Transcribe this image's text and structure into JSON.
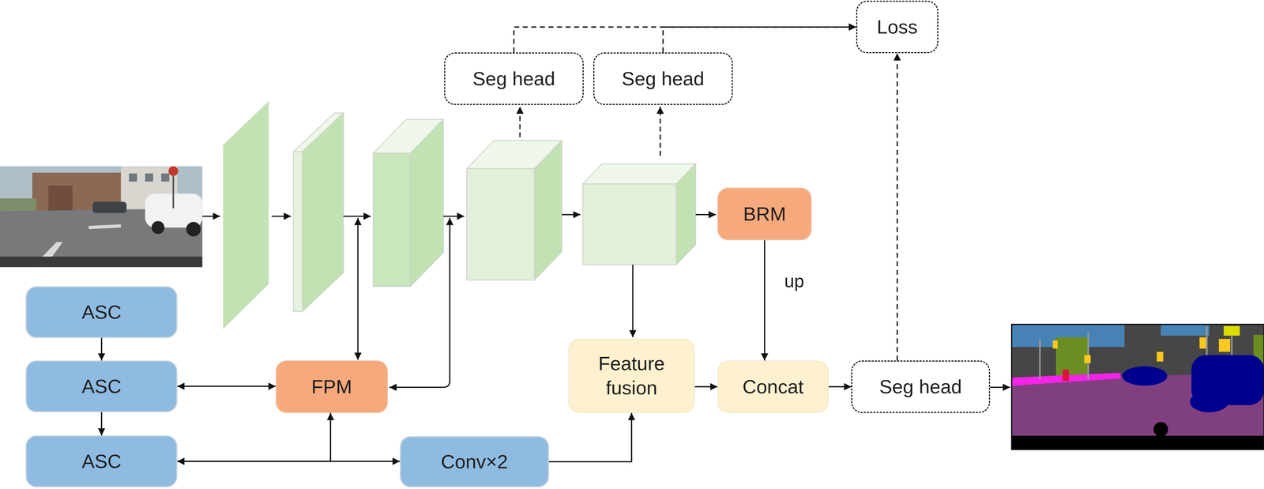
{
  "diagram": {
    "nodes": [
      {
        "text": [
          "Loss"
        ]
      },
      {
        "text": [
          "Seg head"
        ]
      },
      {
        "text": [
          "Seg head"
        ]
      },
      {
        "text": [
          "BRM"
        ]
      },
      {
        "text": [
          "ASC"
        ]
      },
      {
        "text": [
          "Feature fusion"
        ]
      },
      {
        "text": [
          "ASC"
        ]
      },
      {
        "text": [
          "FPM"
        ]
      },
      {
        "text": [
          "Concat"
        ]
      },
      {
        "text": [
          "Seg head"
        ]
      },
      {
        "text": [
          "ASC"
        ]
      },
      {
        "text": [
          "Conv×2"
        ]
      }
    ],
    "edges": [
      {
        "from": 4,
        "to": 6,
        "arrow": "to"
      },
      {
        "from": 6,
        "to": 10,
        "arrow": "to"
      },
      {
        "from": 6,
        "to": 7,
        "arrow": "both"
      },
      {
        "from": 10,
        "to": 7,
        "arrow": "both"
      },
      {
        "from": 10,
        "to": 11,
        "arrow": "both"
      },
      {
        "from": 11,
        "to": 5,
        "arrow": "to"
      },
      {
        "from": 3,
        "to": 8,
        "label": "up",
        "arrow": "to"
      },
      {
        "from": 5,
        "to": 8,
        "arrow": "to"
      },
      {
        "from": 8,
        "to": 9,
        "arrow": "to"
      },
      {
        "from": 9,
        "to": 0,
        "arrow": "to"
      },
      {
        "from": 1,
        "to": 0,
        "arrow": "to"
      },
      {
        "from": 2,
        "to": 0,
        "arrow": "to"
      }
    ]
  }
}
